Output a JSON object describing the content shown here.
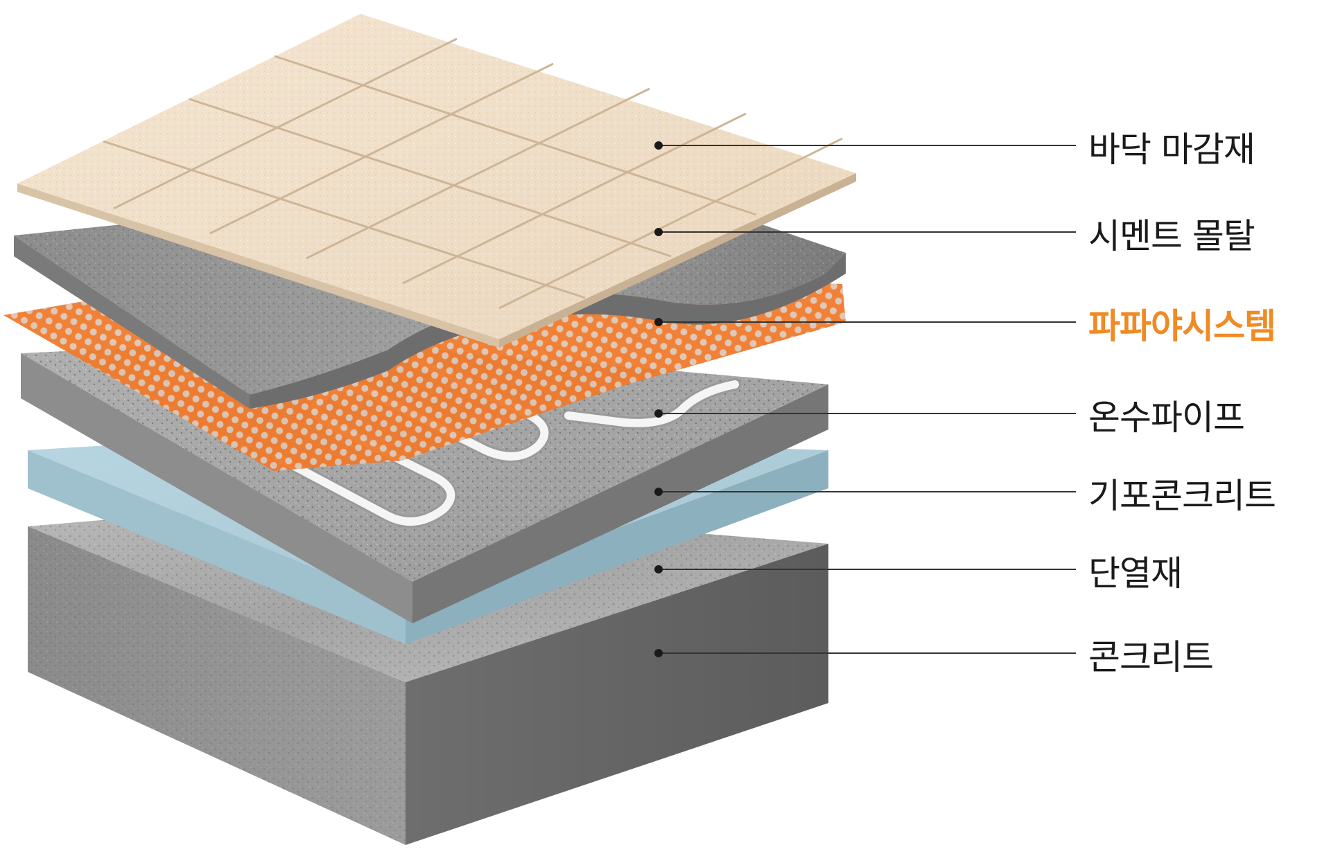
{
  "layers": [
    {
      "id": "floor",
      "label": "바닥 마감재",
      "highlight": false
    },
    {
      "id": "mortar",
      "label": "시멘트 몰탈",
      "highlight": false
    },
    {
      "id": "papaya",
      "label": "파파야시스템",
      "highlight": true
    },
    {
      "id": "pipe",
      "label": "온수파이프",
      "highlight": false
    },
    {
      "id": "foam",
      "label": "기포콘크리트",
      "highlight": false
    },
    {
      "id": "insulation",
      "label": "단열재",
      "highlight": false
    },
    {
      "id": "concrete",
      "label": "콘크리트",
      "highlight": false
    }
  ],
  "colors": {
    "highlight": "#f08a24",
    "text": "#1a1a1a",
    "leader": "#333333",
    "tile": "#efdcc4",
    "mortar": "#8f8f8f",
    "mesh": "#f07a2c",
    "foam_concrete": "#a0a0a0",
    "insulation": "#a9c9d6",
    "concrete": "#9a9a9a",
    "pipe": "#f4f4f4"
  }
}
